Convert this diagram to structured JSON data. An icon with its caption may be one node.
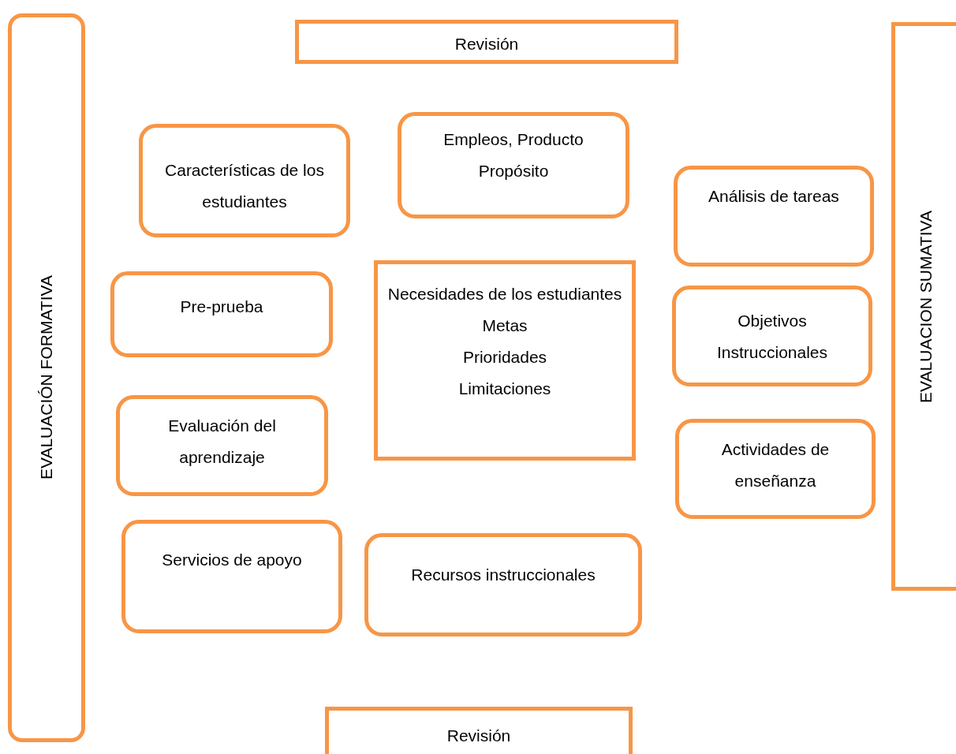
{
  "diagram": {
    "nodes": [
      {
        "text": [
          "EVALUACIÓN FORMATIVA"
        ]
      },
      {
        "text": [
          "Revisión"
        ]
      },
      {
        "text": [
          "EVALUACION SUMATIVA"
        ]
      },
      {
        "text": [
          "Características de los estudiantes"
        ]
      },
      {
        "text": [
          "Empleos, Producto Propósito"
        ]
      },
      {
        "text": [
          "Análisis de tareas"
        ]
      },
      {
        "text": [
          "Pre-prueba"
        ]
      },
      {
        "text": [
          "Necesidades de los estudiantes",
          "Metas",
          "Prioridades",
          "Limitaciones"
        ]
      },
      {
        "text": [
          "Objetivos Instruccionales"
        ]
      },
      {
        "text": [
          "Evaluación del aprendizaje"
        ]
      },
      {
        "text": [
          "Actividades de enseñanza"
        ]
      },
      {
        "text": [
          "Servicios de apoyo"
        ]
      },
      {
        "text": [
          "Recursos instruccionales"
        ]
      },
      {
        "text": [
          "Revisión"
        ]
      }
    ]
  }
}
